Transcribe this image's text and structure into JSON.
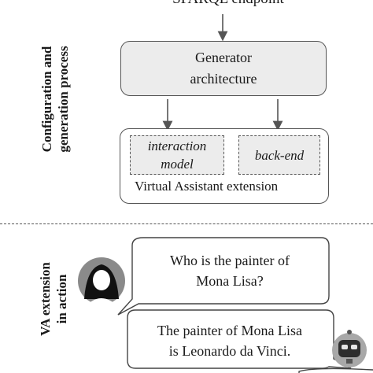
{
  "top_node": {
    "label": "SPARQL endpoint"
  },
  "generator_box": {
    "line1": "Generator",
    "line2": "architecture"
  },
  "extension_box": {
    "interaction_model": {
      "line1": "interaction",
      "line2": "model"
    },
    "back_end": "back-end",
    "label": "Virtual Assistant extension"
  },
  "section_labels": {
    "config": {
      "line1": "Configuration and",
      "line2": "generation process"
    },
    "va": {
      "line1": "VA extension",
      "line2": "in action"
    }
  },
  "dialog": {
    "question": {
      "line1": "Who is the painter of",
      "line2": "Mona Lisa?"
    },
    "answer": {
      "line1": "The painter of Mona Lisa",
      "line2": "is Leonardo da Vinci."
    }
  },
  "icons": {
    "robot": "robot-icon",
    "user": "woman-avatar-icon",
    "arrow": "arrow-down-icon"
  }
}
